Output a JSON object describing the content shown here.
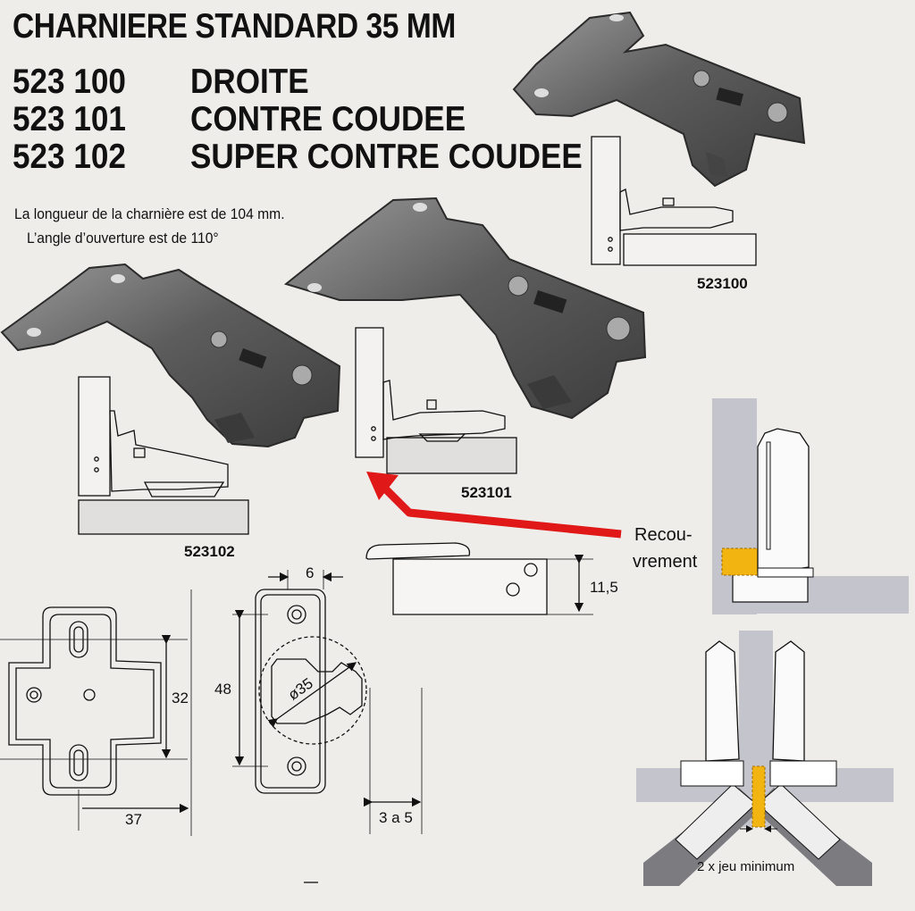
{
  "title": "CHARNIERE STANDARD 35 MM",
  "references": [
    {
      "code": "523 100",
      "name": "DROITE"
    },
    {
      "code": "523 101",
      "name": "CONTRE COUDEE"
    },
    {
      "code": "523 102",
      "name": "SUPER CONTRE COUDEE"
    }
  ],
  "notes": {
    "length": "La longueur de la charnière est de 104 mm.",
    "angle": "L’angle  d’ouverture est de 110°"
  },
  "product_codes": {
    "a": "523100",
    "b": "523101",
    "c": "523102"
  },
  "dimensions": {
    "width_37": "37",
    "height_32": "32",
    "height_48": "48",
    "top_6": "6",
    "diameter_35": "ø35",
    "range_3a5": "3 a 5",
    "depth_11_5": "11,5"
  },
  "overlay_label": {
    "line1": "Recou-",
    "line2": "vrement"
  },
  "gap_label": "2 x jeu minimum",
  "colors": {
    "arrow": "#e01818",
    "overlay": "#f2b411",
    "panel": "#c9c9cf",
    "metal": "#6b6b6b"
  }
}
